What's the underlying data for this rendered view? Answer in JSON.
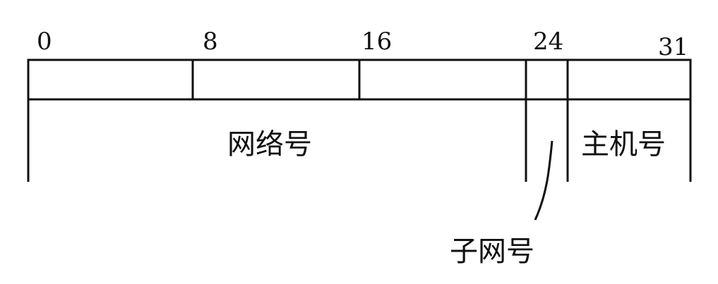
{
  "bit_positions": [
    "0",
    "8",
    "16",
    "24",
    "31"
  ],
  "fields": {
    "network": "网络号",
    "subnet": "子网号",
    "host": "主机号"
  }
}
